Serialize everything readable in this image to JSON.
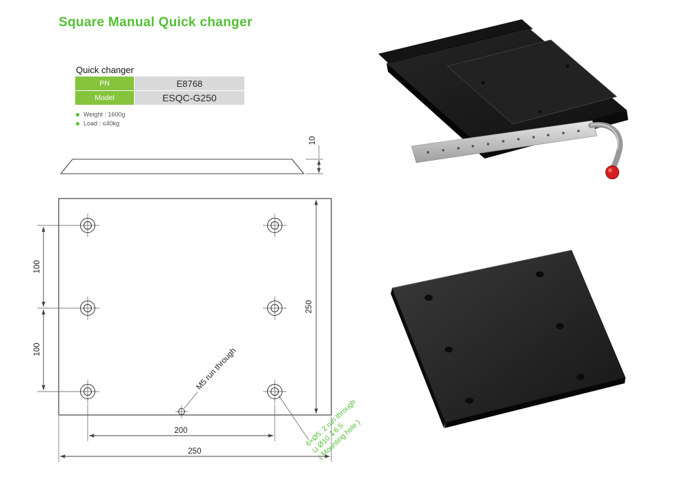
{
  "title": "Square Manual Quick changer",
  "table": {
    "caption": "Quick changer",
    "rows": [
      {
        "label": "PN",
        "value": "E8768"
      },
      {
        "label": "Model",
        "value": "ESQC-G250"
      }
    ]
  },
  "notes": [
    {
      "text": "Weight : 1600g"
    },
    {
      "text": "Load : ≤40kg"
    }
  ],
  "drawing": {
    "side_thickness": "10",
    "dim_row1": "100",
    "dim_row2": "100",
    "dim_height": "250",
    "dim_hole_span": "200",
    "dim_width": "250",
    "ann_center_hole": "M5 run through",
    "ann_mount_line1": "6×Ø5. 2 run through",
    "ann_mount_line2": "⊔ Ø10 ↧6.5",
    "ann_mount_line3": "( Mounting hole )"
  },
  "colors": {
    "accent_green": "#53bf35",
    "table_label_green": "#85c43c",
    "table_value_gray": "#d9d9d9",
    "knob_red": "#d81f1f"
  }
}
